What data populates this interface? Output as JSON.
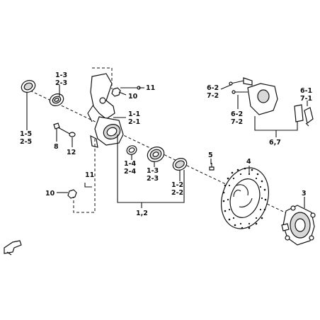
{
  "callouts": {
    "c_1_3_2_3_top": [
      "1-3",
      "2-3"
    ],
    "c_11_top": "11",
    "c_10_top": "10",
    "c_1_1_2_1": [
      "1-1",
      "2-1"
    ],
    "c_1_5_2_5": [
      "1-5",
      "2-5"
    ],
    "c_8": "8",
    "c_12": "12",
    "c_1_4_2_4": [
      "1-4",
      "2-4"
    ],
    "c_1_3_2_3_bottom": [
      "1-3",
      "2-3"
    ],
    "c_1_2_2_2": [
      "1-2",
      "2-2"
    ],
    "c_11_bottom": "11",
    "c_10_bottom": "10",
    "c_1_2": "1,2",
    "c_6_2_7_2_top": [
      "6-2",
      "7-2"
    ],
    "c_6_2_7_2_mid": [
      "6-2",
      "7-2"
    ],
    "c_6_1_7_1": [
      "6-1",
      "7-1"
    ],
    "c_6_7": "6,7",
    "c_5": "5",
    "c_4": "4",
    "c_3": "3"
  },
  "parts": [
    "oil-seal",
    "bearing",
    "knuckle",
    "bolt",
    "nut",
    "bearing-small",
    "bearing-large",
    "oil-seal-outer",
    "brake-disc",
    "wheel-hub",
    "brake-caliper",
    "brake-pads",
    "front-arrow-symbol"
  ]
}
